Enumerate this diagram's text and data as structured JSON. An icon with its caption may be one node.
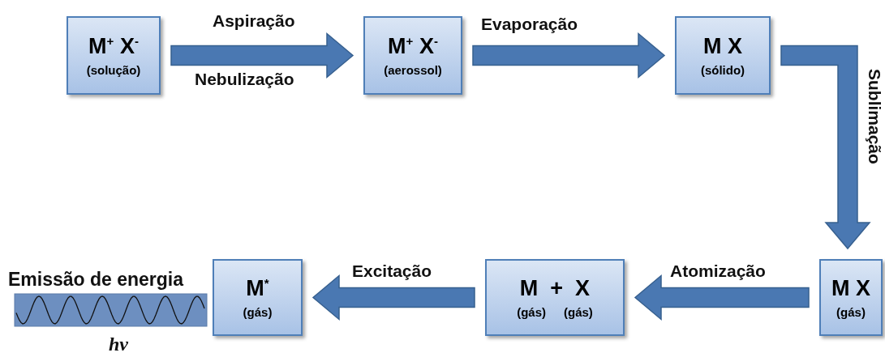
{
  "diagram": {
    "nodes": [
      {
        "text": [
          "M$^{+}$ X$^{-}$",
          "(solução)"
        ]
      },
      {
        "text": [
          "M$^{+}$ X$^{-}$",
          "(aerossol)"
        ]
      },
      {
        "text": [
          "M X",
          "(sólido)"
        ]
      },
      {
        "text": [
          "M X",
          "(gás)"
        ]
      },
      {
        "text": [
          "M  +  X",
          "(gás)",
          "(gás)"
        ]
      },
      {
        "text": [
          "M$^{*}$",
          "(gás)"
        ]
      }
    ],
    "edges": [
      {
        "from": 0,
        "to": 1,
        "arrow": "to",
        "label": "Aspiração"
      },
      {
        "from": 1,
        "to": 2,
        "arrow": "to",
        "label": "Evaporação"
      },
      {
        "from": 2,
        "to": 3,
        "arrow": "to",
        "label": "Sublimação"
      },
      {
        "from": 3,
        "to": 4,
        "arrow": "to",
        "label": "Atomização"
      },
      {
        "from": 4,
        "to": 5,
        "arrow": "to",
        "label": "Excitação"
      }
    ],
    "labels": [
      "Nebulização",
      "Emissão de energia",
      "hν"
    ]
  }
}
